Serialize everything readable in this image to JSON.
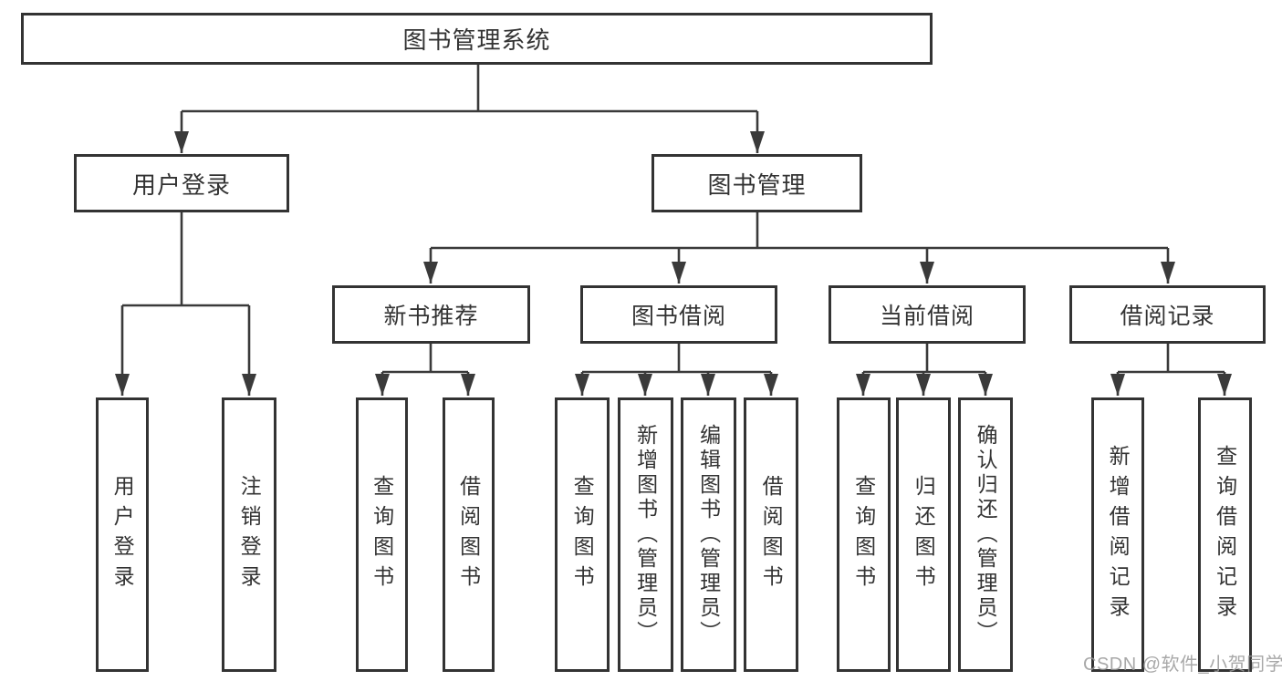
{
  "tree": {
    "root": {
      "label": "图书管理系统"
    },
    "branches": [
      {
        "label": "用户登录",
        "children": [
          {
            "label": "用户登录"
          },
          {
            "label": "注销登录"
          }
        ]
      },
      {
        "label": "图书管理",
        "children": [
          {
            "label": "新书推荐",
            "children": [
              {
                "label": "查询图书"
              },
              {
                "label": "借阅图书"
              }
            ]
          },
          {
            "label": "图书借阅",
            "children": [
              {
                "label": "查询图书"
              },
              {
                "label": "新增图书（管理员）"
              },
              {
                "label": "编辑图书（管理员）"
              },
              {
                "label": "借阅图书"
              }
            ]
          },
          {
            "label": "当前借阅",
            "children": [
              {
                "label": "查询图书"
              },
              {
                "label": "归还图书"
              },
              {
                "label": "确认归还（管理员）"
              }
            ]
          },
          {
            "label": "借阅记录",
            "children": [
              {
                "label": "新增借阅记录"
              },
              {
                "label": "查询借阅记录"
              }
            ]
          }
        ]
      }
    ]
  },
  "watermark": {
    "text": "CSDN @软件_小贺同学"
  },
  "colors": {
    "line": "#3a3a3a",
    "border": "#333333",
    "text": "#333333",
    "watermark": "#9a9a9a",
    "background": "#ffffff"
  }
}
